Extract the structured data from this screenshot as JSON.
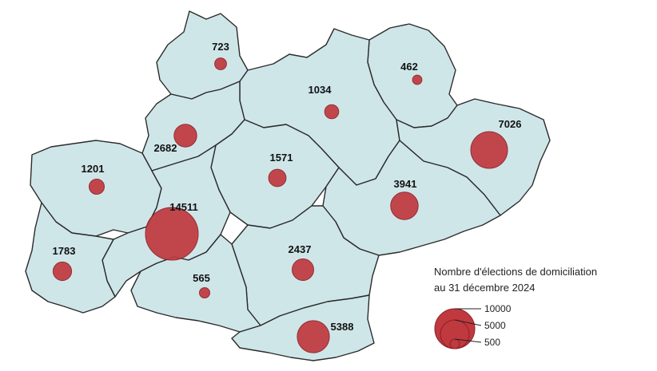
{
  "legend": {
    "title_line1": "Nombre d'élections de domiciliation",
    "title_line2": "au 31 décembre 2024",
    "levels": [
      "10000",
      "5000",
      "500"
    ]
  },
  "departments": [
    {
      "id": "lot",
      "value": "723"
    },
    {
      "id": "lozere",
      "value": "462"
    },
    {
      "id": "aveyron",
      "value": "1034"
    },
    {
      "id": "gard",
      "value": "7026"
    },
    {
      "id": "tarn-et-garonne",
      "value": "2682"
    },
    {
      "id": "gers",
      "value": "1201"
    },
    {
      "id": "tarn",
      "value": "1571"
    },
    {
      "id": "herault",
      "value": "3941"
    },
    {
      "id": "haute-garonne",
      "value": "14511"
    },
    {
      "id": "hautes-pyrenees",
      "value": "1783"
    },
    {
      "id": "aude",
      "value": "2437"
    },
    {
      "id": "ariege",
      "value": "565"
    },
    {
      "id": "pyrenees-orientales",
      "value": "5388"
    }
  ],
  "colors": {
    "land": "#cfe6e9",
    "bubble": "#c0393f",
    "border": "#2b2b2b"
  }
}
